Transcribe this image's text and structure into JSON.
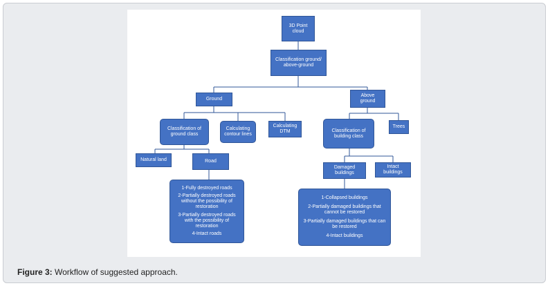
{
  "diagram": {
    "nodes": {
      "point_cloud": "3D Point cloud",
      "classification": "Classification ground/ above-ground",
      "ground": "Ground",
      "above_ground": "Above ground",
      "ground_class": "Classification of ground class",
      "contour": "Calculating contour lines",
      "dtm": "Calculating DTM",
      "building_class": "Classification of building class",
      "trees": "Trees",
      "natural_land": "Natural land",
      "road": "Road",
      "damaged": "Damaged buildings",
      "intact": "Intact buildings"
    },
    "road_types": [
      "1-Fully destroyed roads",
      "2-Partially destroyed roads without the possibility of restoration",
      "3-Partially destroyed roads with the possibility of restoration",
      "4-Intact roads"
    ],
    "building_types": [
      "1-Collapsed buildings",
      "2-Partially damaged buildings that cannot be restored",
      "3-Partially damaged buildings that can be restored",
      "4-Intact buildings"
    ]
  },
  "caption": {
    "label": "Figure 3:",
    "text": " Workflow of suggested approach."
  }
}
